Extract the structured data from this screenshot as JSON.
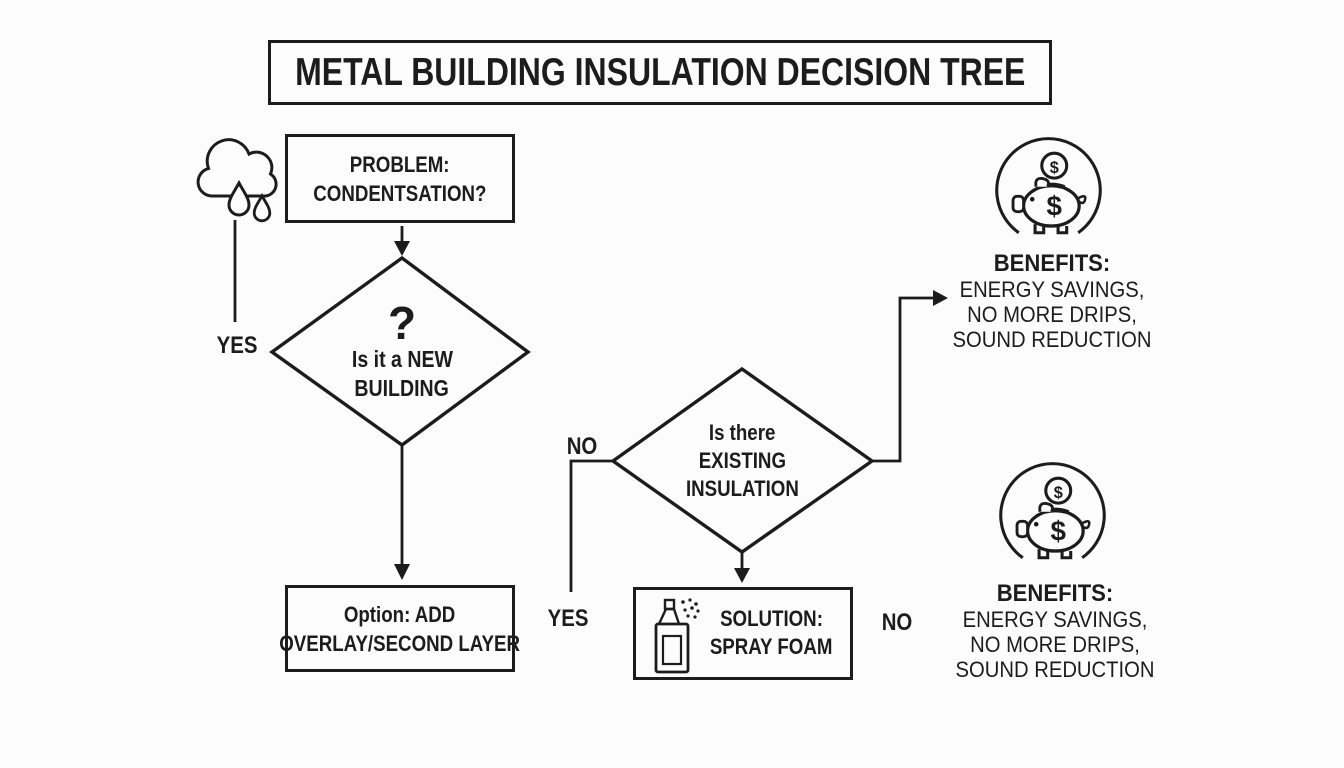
{
  "colors": {
    "ink": "#1c1c1c",
    "background": "#fcfcfd"
  },
  "title": "METAL BUILDING INSULATION DECISION TREE",
  "nodes": {
    "problem": {
      "line1": "PROBLEM:",
      "line2": "CONDENTSATION?"
    },
    "new_building_decision": {
      "question_mark": "?",
      "line1": "Is it a NEW",
      "line2": "BUILDING"
    },
    "option": {
      "line1": "Option: ADD",
      "line2": "OVERLAY/SECOND LAYER"
    },
    "existing_insulation_decision": {
      "line1": "Is there",
      "line2": "EXISTING",
      "line3": "INSULATION"
    },
    "solution": {
      "line1": "SOLUTION:",
      "line2": "SPRAY FOAM"
    }
  },
  "branch_labels": {
    "new_building_yes": "YES",
    "existing_insulation_no": "NO",
    "existing_insulation_yes": "YES",
    "solution_right_no": "NO"
  },
  "benefits_top": {
    "heading": "BENEFITS:",
    "items": [
      "ENERGY SAVINGS,",
      "NO MORE DRIPS,",
      "SOUND REDUCTION"
    ]
  },
  "benefits_bottom": {
    "heading": "BENEFITS:",
    "items": [
      "ENERGY SAVINGS,",
      "NO MORE DRIPS,",
      "SOUND REDUCTION"
    ]
  },
  "icons": {
    "coin_dollar": "$",
    "body_dollar": "$"
  }
}
